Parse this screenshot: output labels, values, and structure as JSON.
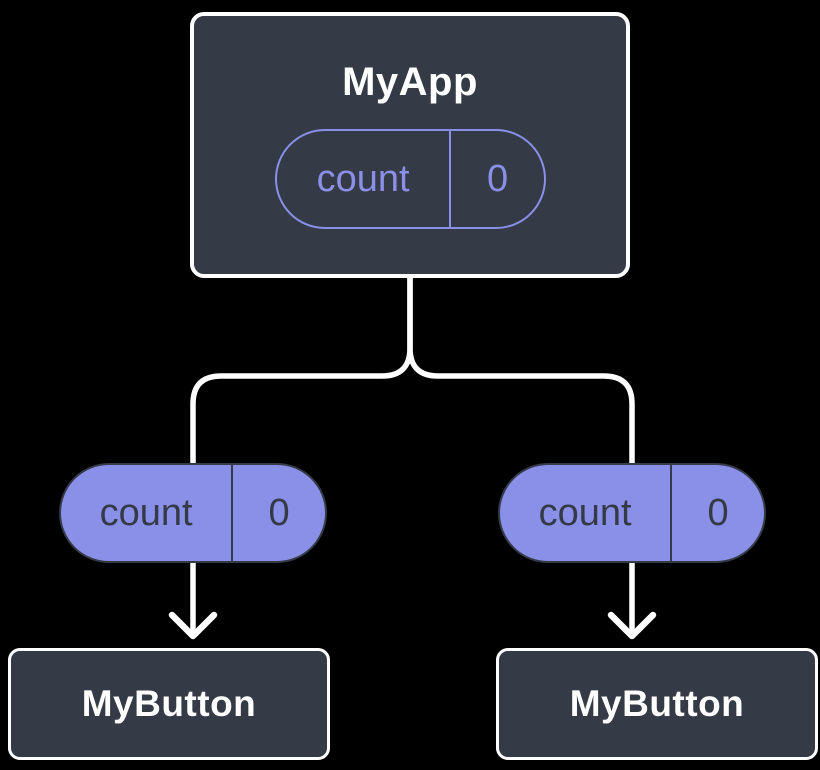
{
  "diagram": {
    "root": {
      "title": "MyApp",
      "state": {
        "name": "count",
        "value": "0"
      }
    },
    "children": [
      {
        "title": "MyButton",
        "prop": {
          "name": "count",
          "value": "0"
        }
      },
      {
        "title": "MyButton",
        "prop": {
          "name": "count",
          "value": "0"
        }
      }
    ],
    "colors": {
      "background": "#000000",
      "node_fill": "#343A46",
      "node_border": "#FFFFFF",
      "pill_fill": "#8A90E8",
      "pill_text_dark": "#343A46",
      "accent_purple": "#8A90E8",
      "connector": "#FFFFFF",
      "title_text": "#FFFFFF"
    }
  }
}
